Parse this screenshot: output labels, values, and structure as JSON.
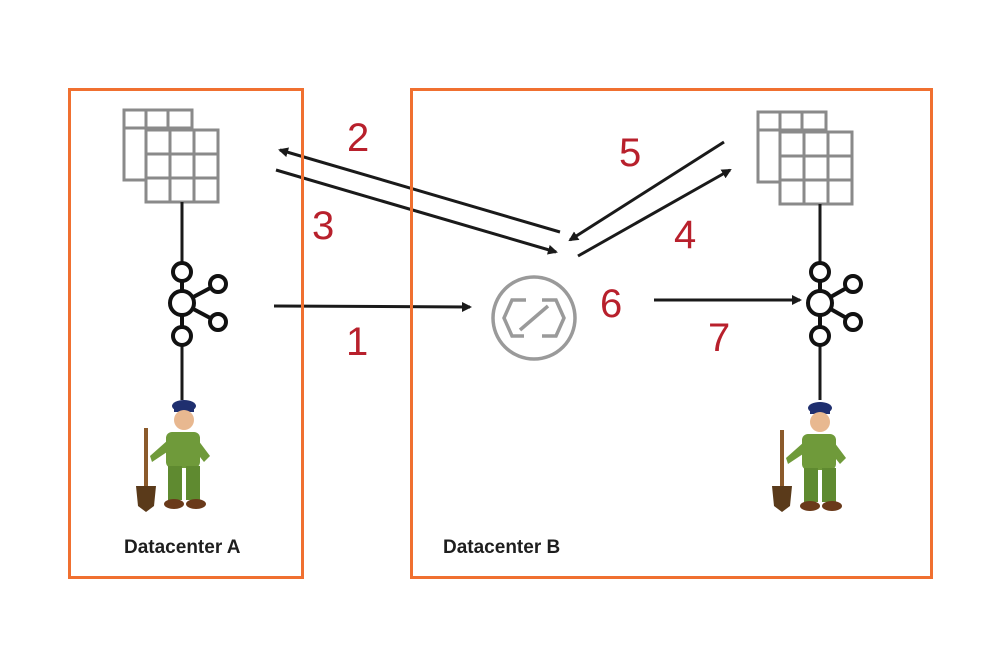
{
  "datacenters": {
    "a": {
      "label": "Datacenter A"
    },
    "b": {
      "label": "Datacenter B"
    }
  },
  "steps": [
    "1",
    "2",
    "3",
    "4",
    "5",
    "6",
    "7"
  ],
  "colors": {
    "box_border": "#f07030",
    "step_number": "#b8202c",
    "arrow": "#1a1a1a",
    "table_icon": "#8a8a8a",
    "connector_icon": "#9a9a9a"
  },
  "icons": {
    "table": "table-grid-icon",
    "kafka": "kafka-cluster-icon",
    "connector": "connector-link-icon",
    "zookeeper": "zookeeper-keeper-icon"
  }
}
